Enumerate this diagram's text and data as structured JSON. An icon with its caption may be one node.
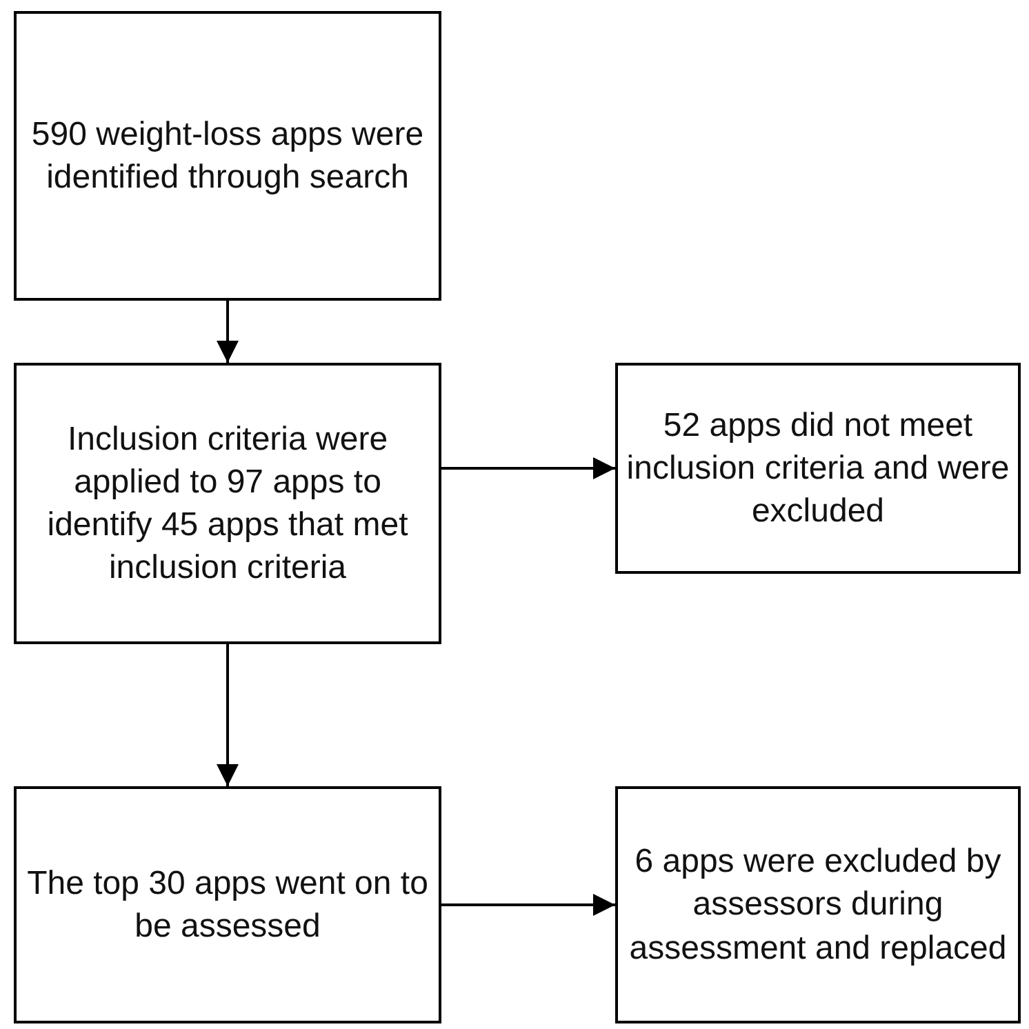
{
  "diagram": {
    "nodes": [
      {
        "text": [
          "590 weight-loss apps were identified through search"
        ]
      },
      {
        "text": [
          "Inclusion criteria were applied to 97 apps to identify 45 apps that met inclusion criteria"
        ]
      },
      {
        "text": [
          "52 apps did not meet inclusion criteria and were excluded"
        ]
      },
      {
        "text": [
          "The top 30 apps went on to be assessed"
        ]
      },
      {
        "text": [
          "6 apps were excluded by assessors during assessment and replaced"
        ]
      }
    ],
    "edges": [
      {
        "from": 0,
        "to": 1,
        "arrow": "to"
      },
      {
        "from": 1,
        "to": 2,
        "arrow": "to"
      },
      {
        "from": 1,
        "to": 3,
        "arrow": "to"
      },
      {
        "from": 3,
        "to": 4,
        "arrow": "to"
      }
    ]
  }
}
